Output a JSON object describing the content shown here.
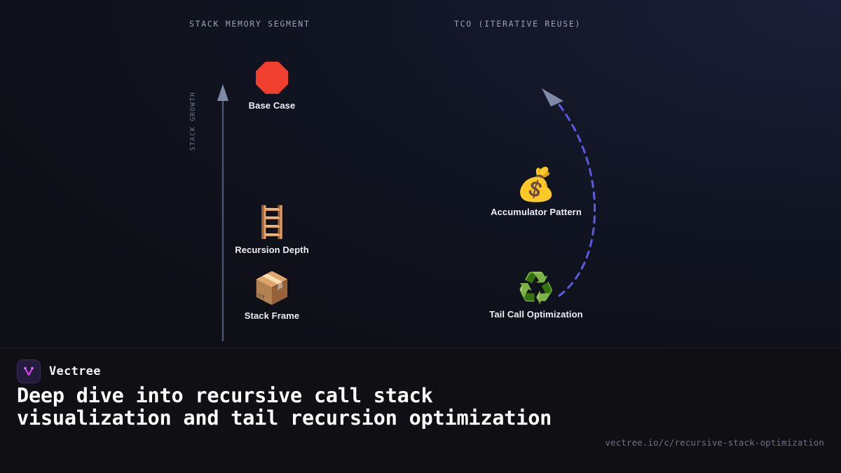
{
  "canvas": {
    "columns": [
      {
        "id": "stack",
        "header": "STACK MEMORY SEGMENT"
      },
      {
        "id": "tco",
        "header": "TCO (ITERATIVE REUSE)"
      }
    ],
    "axis": {
      "label": "STACK GROWTH",
      "direction": "up",
      "color": "#6b7390"
    },
    "nodes": [
      {
        "id": "base-case",
        "icon": "stop-sign-icon",
        "glyph": "",
        "label": "Base Case"
      },
      {
        "id": "recursion-depth",
        "icon": "ladder-icon",
        "glyph": "🪜",
        "label": "Recursion Depth"
      },
      {
        "id": "stack-frame",
        "icon": "package-box-icon",
        "glyph": "📦",
        "label": "Stack Frame"
      },
      {
        "id": "accumulator",
        "icon": "money-bag-icon",
        "glyph": "💰",
        "label": "Accumulator Pattern"
      },
      {
        "id": "tail-call",
        "icon": "recycling-icon",
        "glyph": "♻️",
        "label": "Tail Call Optimization"
      }
    ],
    "flow_arrow": {
      "id": "tco-loop-arrow",
      "style": "dashed-curve",
      "color": "#5b5be0",
      "head_color": "#7e8aa8",
      "from": "tail-call",
      "to": "above-accumulator"
    },
    "colors": {
      "background_dark": "#0e0e15",
      "background_navy": "#1a1f38",
      "stop_red": "#f03f2e",
      "divider": "#1b1c28"
    }
  },
  "footer": {
    "brand_name": "Vectree",
    "logo_icon": "vectree-logo-icon",
    "headline": "Deep dive into recursive call stack visualization and tail recursion optimization",
    "url": "vectree.io/c/recursive-stack-optimization",
    "accent": "#d946ef"
  }
}
